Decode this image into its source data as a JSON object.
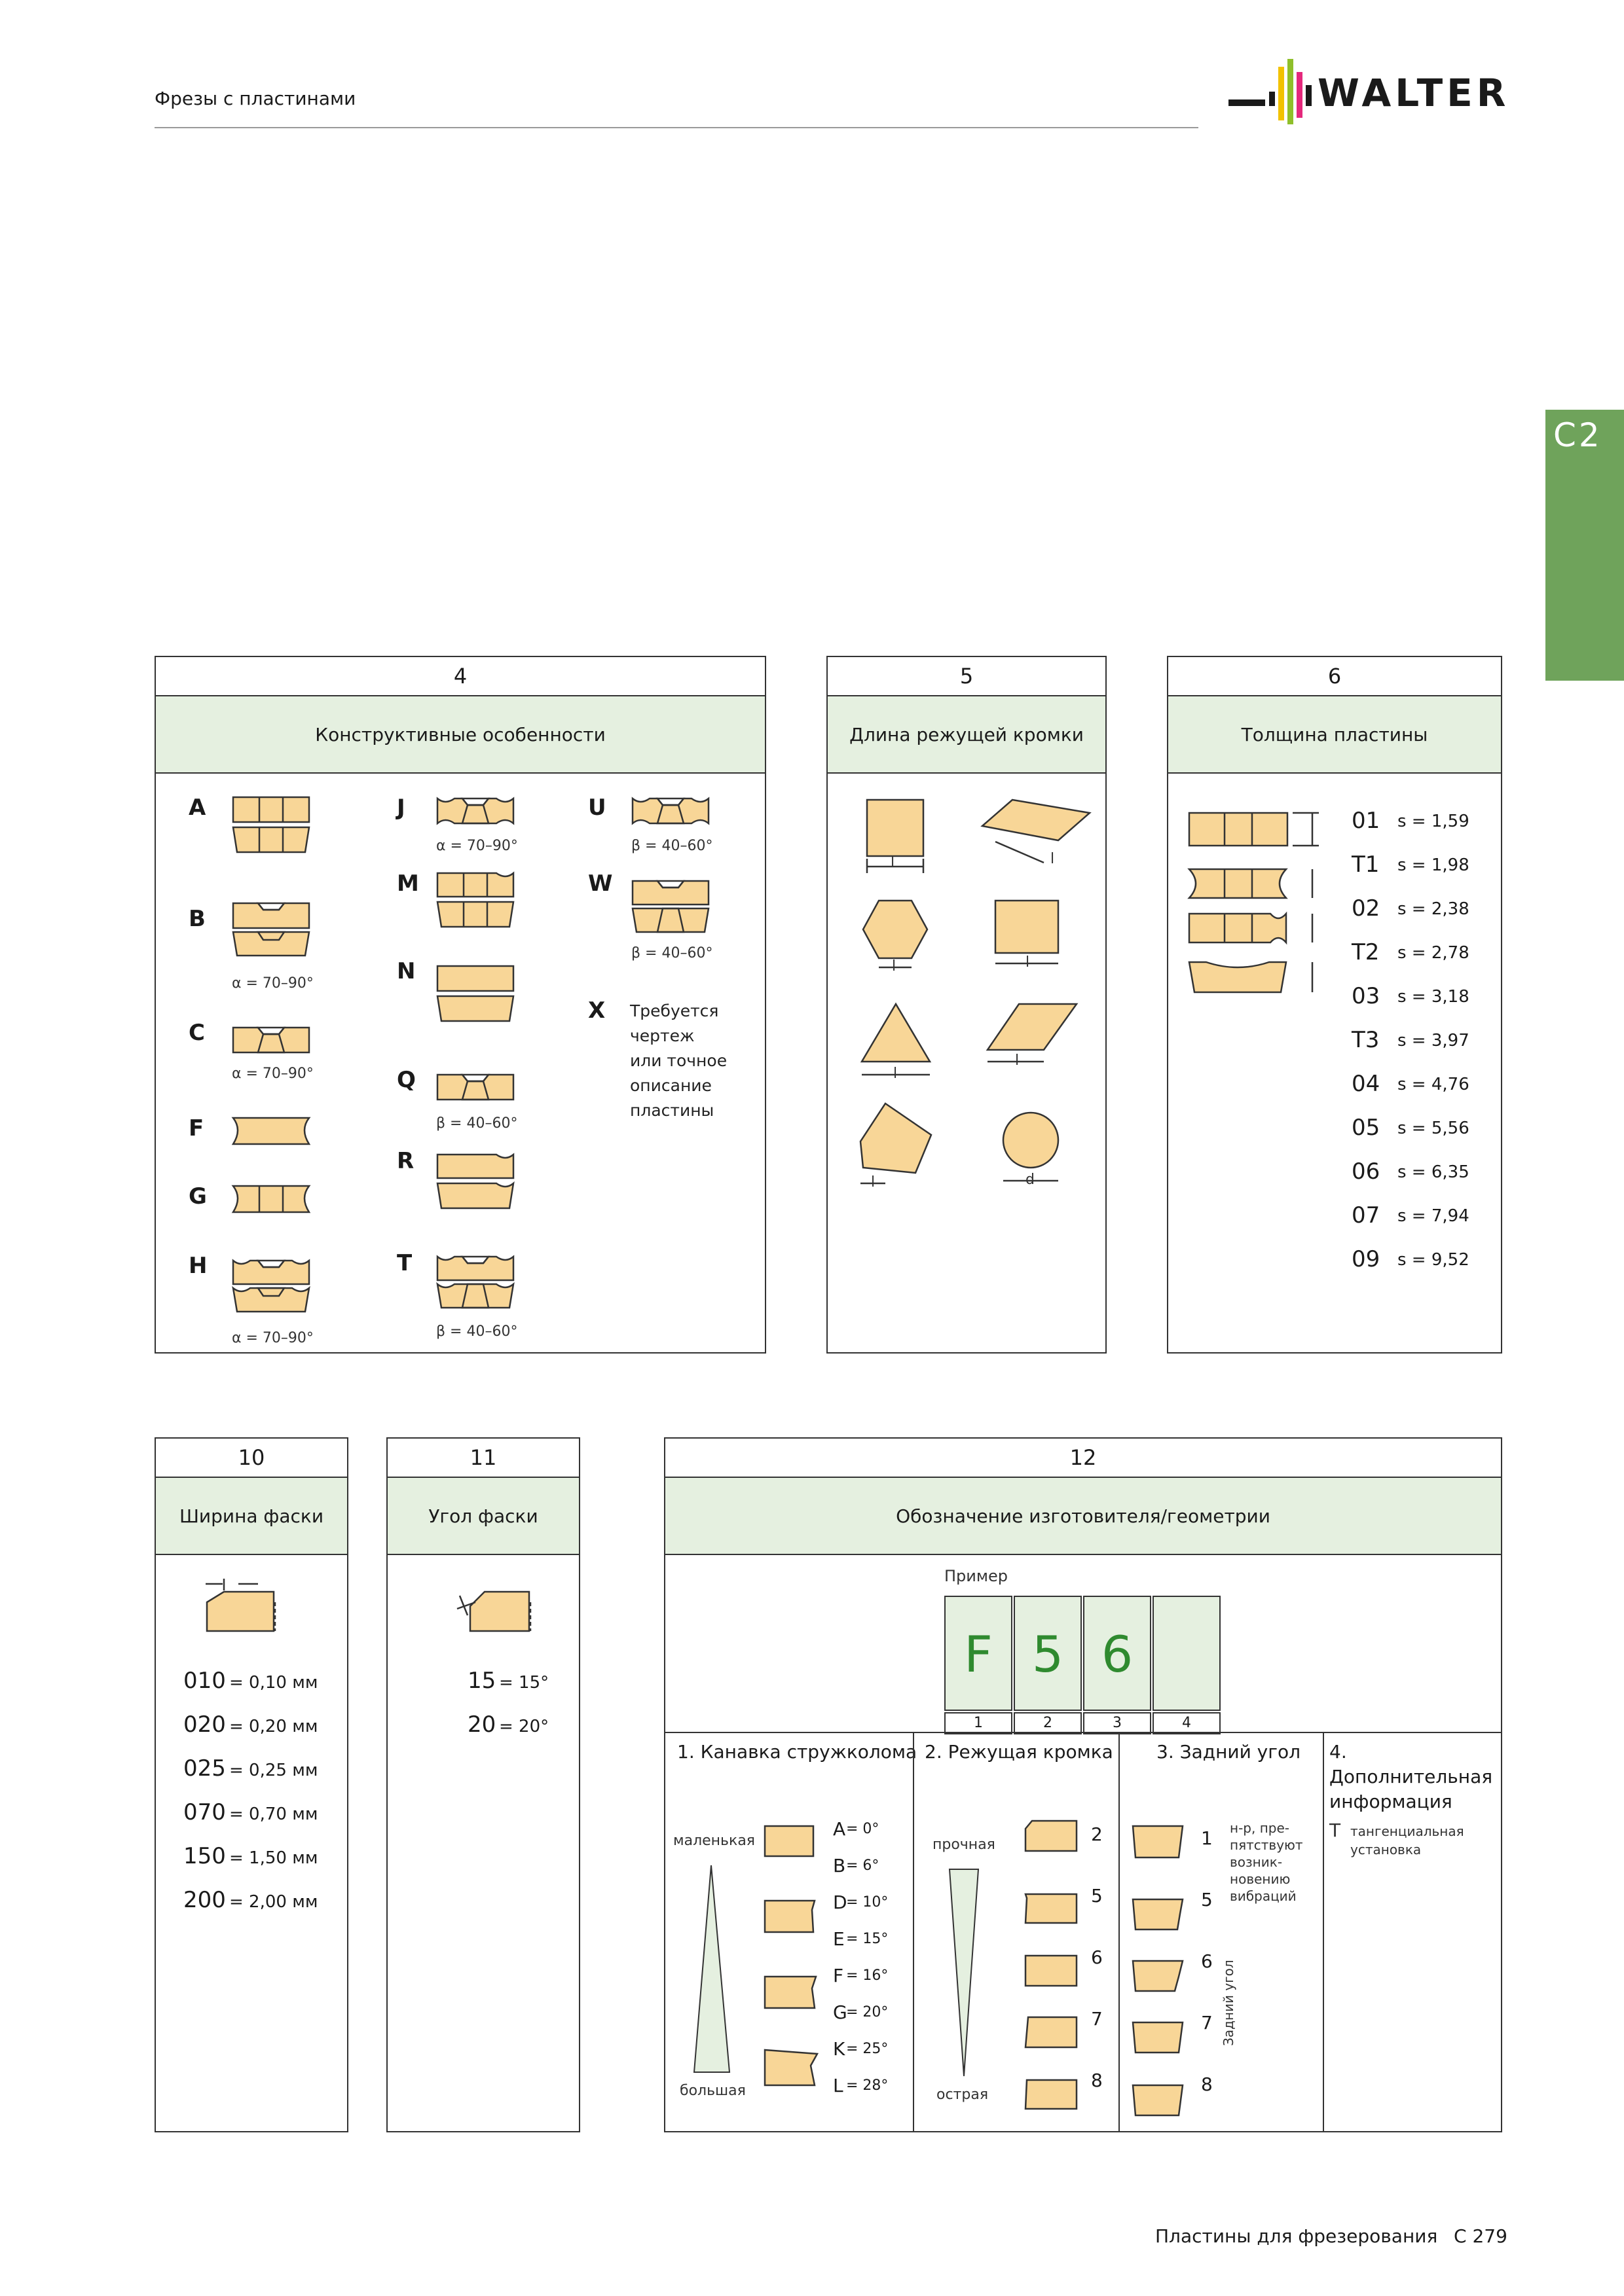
{
  "header": {
    "title": "Фрезы с пластинами",
    "brand": "WALTER"
  },
  "side_tab": "C2",
  "sec4": {
    "num": "4",
    "title": "Конструктивные особенности",
    "letters": [
      "A",
      "B",
      "C",
      "F",
      "G",
      "H",
      "J",
      "M",
      "N",
      "Q",
      "R",
      "T",
      "U",
      "W",
      "X"
    ],
    "alpha": "α = 70–90°",
    "beta": "β = 40–60°",
    "x_text": "Требуется\nчертеж\nили точное\nописание\nпластины"
  },
  "sec5": {
    "num": "5",
    "title": "Длина режущей кромки",
    "l": "l",
    "d": "d"
  },
  "sec6": {
    "num": "6",
    "title": "Толщина пластины",
    "rows": [
      {
        "code": "01",
        "val": "s = 1,59"
      },
      {
        "code": "T1",
        "val": "s = 1,98"
      },
      {
        "code": "02",
        "val": "s = 2,38"
      },
      {
        "code": "T2",
        "val": "s = 2,78"
      },
      {
        "code": "03",
        "val": "s = 3,18"
      },
      {
        "code": "T3",
        "val": "s = 3,97"
      },
      {
        "code": "04",
        "val": "s = 4,76"
      },
      {
        "code": "05",
        "val": "s = 5,56"
      },
      {
        "code": "06",
        "val": "s = 6,35"
      },
      {
        "code": "07",
        "val": "s = 7,94"
      },
      {
        "code": "09",
        "val": "s = 9,52"
      }
    ]
  },
  "sec10": {
    "num": "10",
    "title": "Ширина фаски",
    "rows": [
      {
        "code": "010",
        "val": " = 0,10 мм"
      },
      {
        "code": "020",
        "val": " = 0,20 мм"
      },
      {
        "code": "025",
        "val": " = 0,25 мм"
      },
      {
        "code": "070",
        "val": " = 0,70 мм"
      },
      {
        "code": "150",
        "val": " = 1,50 мм"
      },
      {
        "code": "200",
        "val": " = 2,00 мм"
      }
    ]
  },
  "sec11": {
    "num": "11",
    "title": "Угол фаски",
    "rows": [
      {
        "code": "15",
        "val": " = 15°"
      },
      {
        "code": "20",
        "val": " = 20°"
      }
    ]
  },
  "sec12": {
    "num": "12",
    "title": "Обозначение изготовителя/геометрии",
    "example_label": "Пример",
    "example": [
      "F",
      "5",
      "6",
      ""
    ],
    "example_idx": [
      "1",
      "2",
      "3",
      "4"
    ],
    "col1": {
      "title": "1. Канавка стружколома",
      "top": "маленькая",
      "bottom": "большая",
      "rows": [
        {
          "code": "A",
          "val": " = 0°"
        },
        {
          "code": "B",
          "val": " = 6°"
        },
        {
          "code": "D",
          "val": " = 10°"
        },
        {
          "code": "E",
          "val": " = 15°"
        },
        {
          "code": "F",
          "val": " = 16°"
        },
        {
          "code": "G",
          "val": " = 20°"
        },
        {
          "code": "K",
          "val": " = 25°"
        },
        {
          "code": "L",
          "val": " = 28°"
        }
      ]
    },
    "col2": {
      "title": "2. Режущая кромка",
      "top": "прочная",
      "bottom": "острая",
      "nums": [
        "2",
        "5",
        "6",
        "7",
        "8"
      ]
    },
    "col3": {
      "title": "3. Задний угол",
      "nums": [
        "1",
        "5",
        "6",
        "7",
        "8"
      ],
      "note": "н-р, пре-\nпятствуют\nвозник-\nновению\nвибраций",
      "vlabel": "Задний угол"
    },
    "col4": {
      "title": "4. Дополнительная\nинформация",
      "code": "T",
      "text": "тангенциальная\nустановка"
    }
  },
  "footer": {
    "title": "Пластины для фрезерования",
    "page": "C 279"
  }
}
